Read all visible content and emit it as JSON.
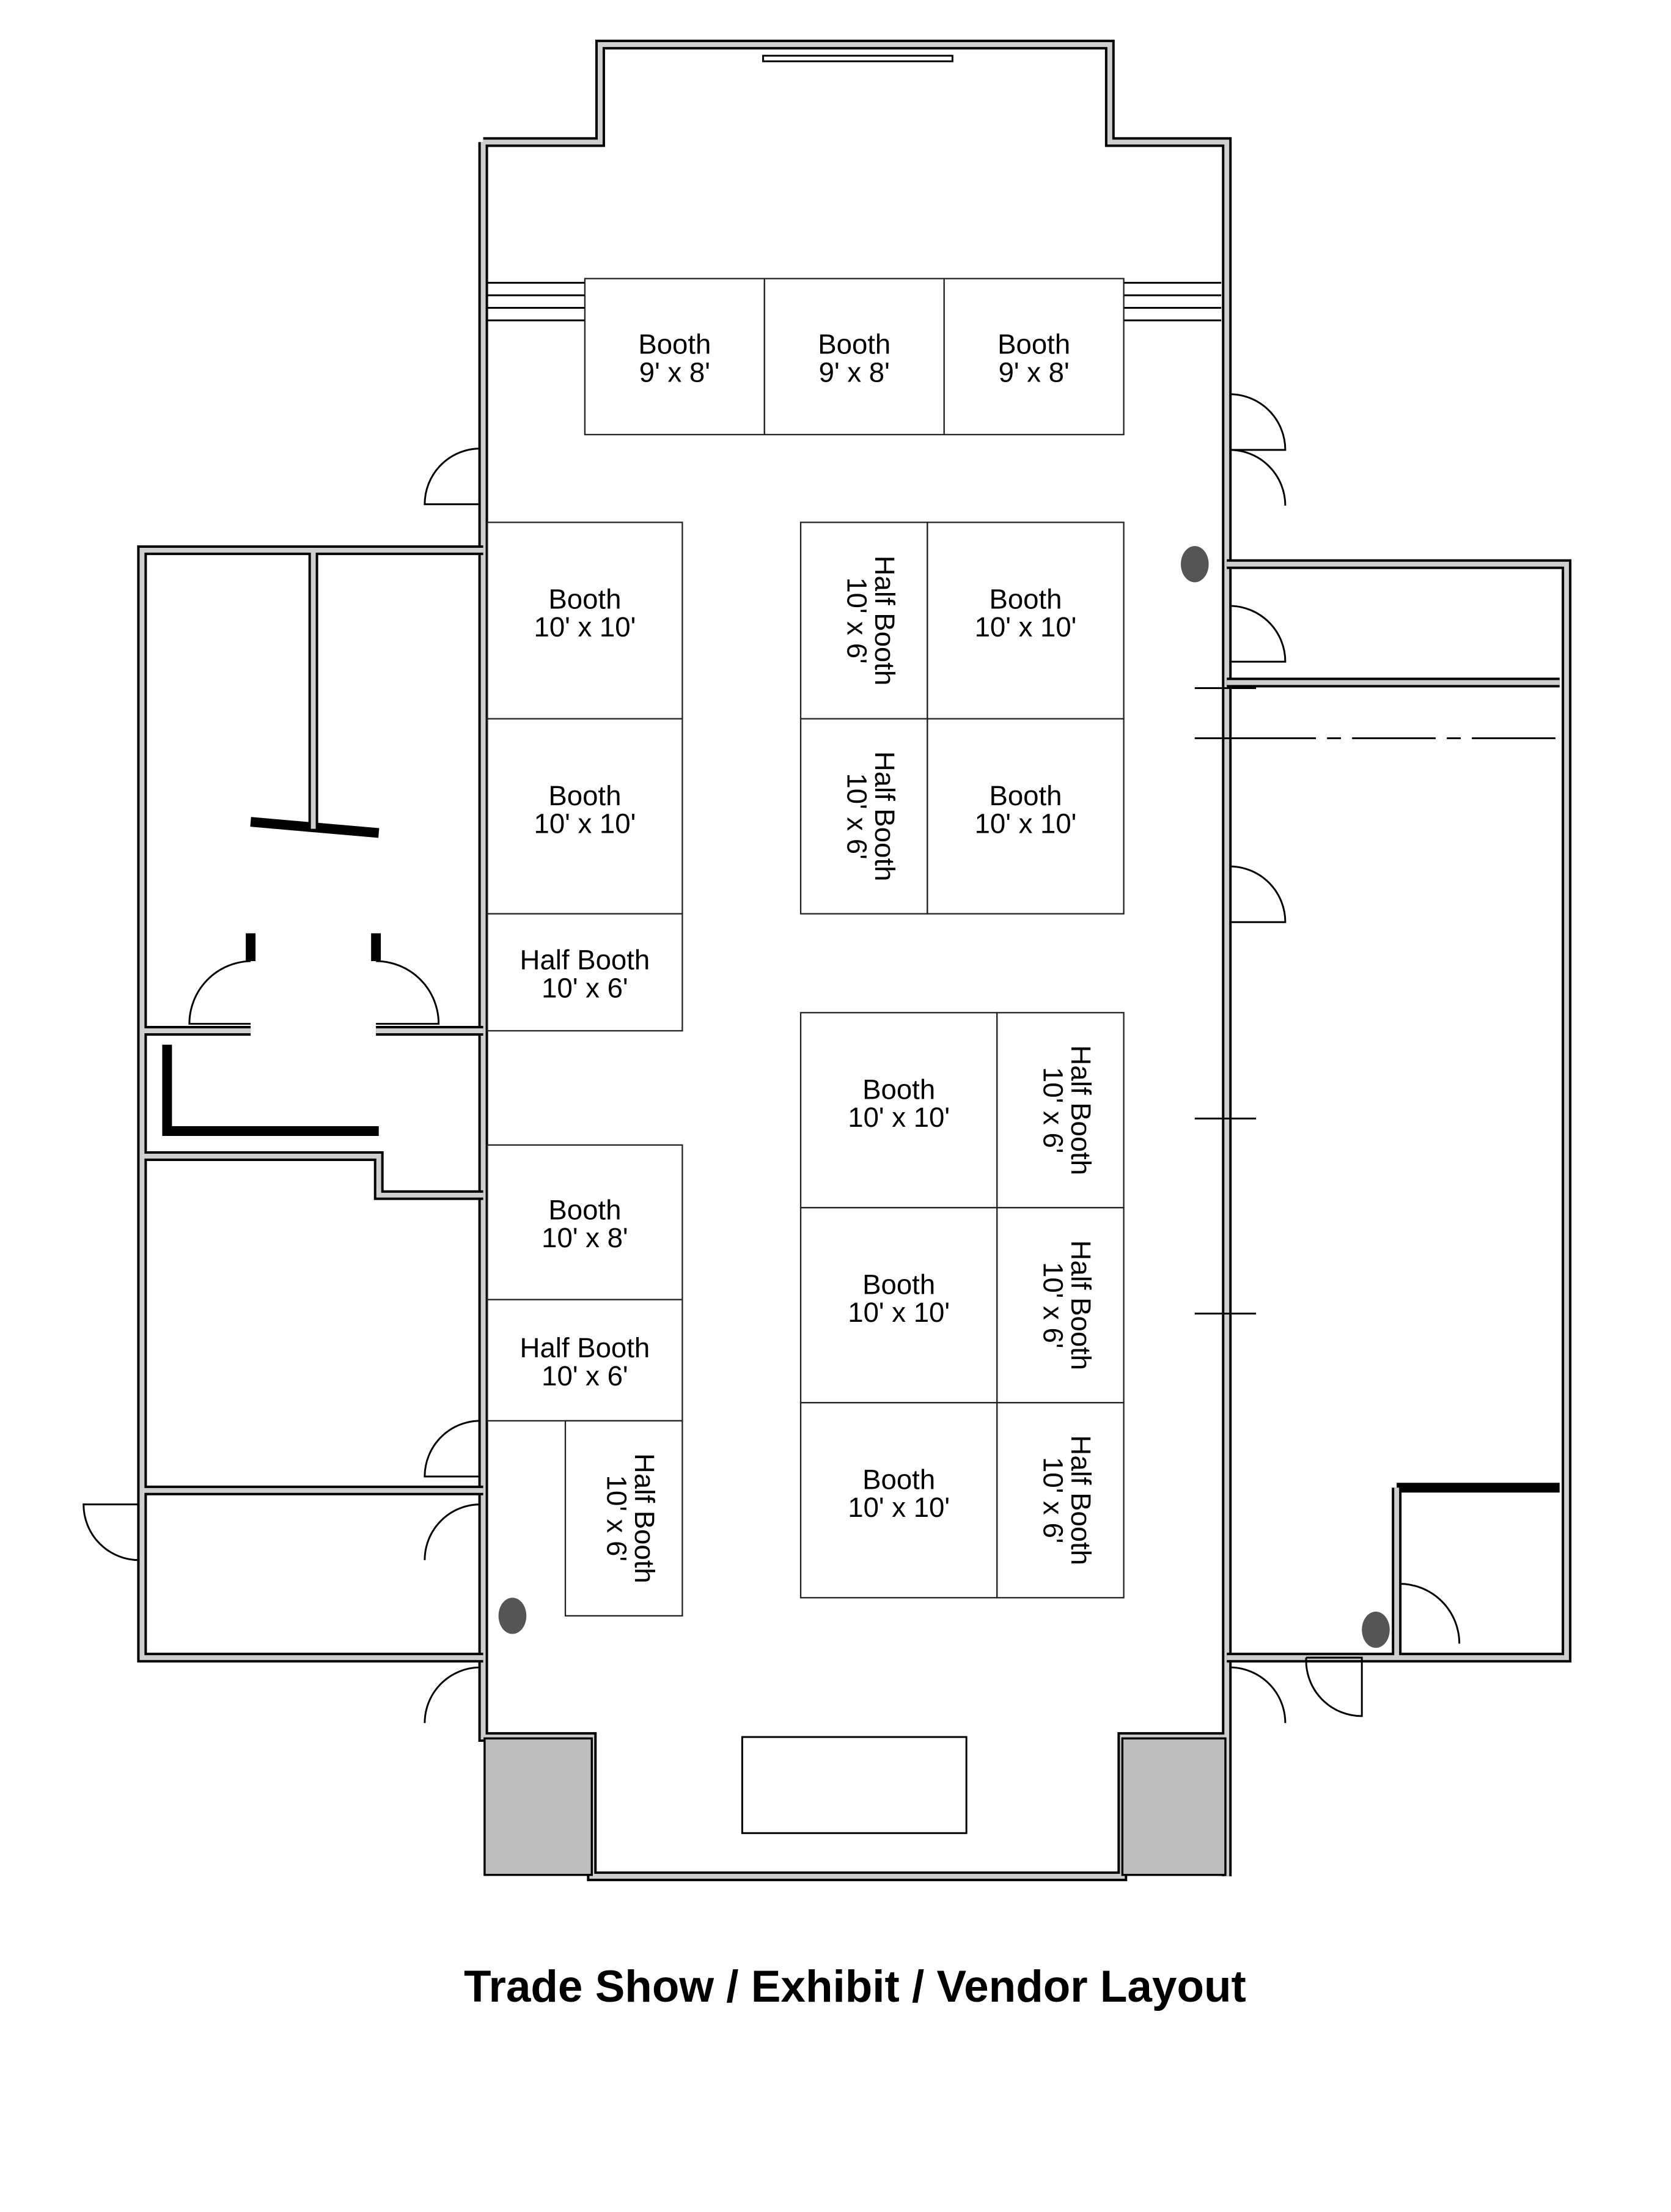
{
  "title": "Trade Show / Exhibit / Vendor Layout",
  "booths": [
    {
      "label": "Booth",
      "size": "9' x 8'"
    },
    {
      "label": "Booth",
      "size": "9' x 8'"
    },
    {
      "label": "Booth",
      "size": "9' x 8'"
    },
    {
      "label": "Booth",
      "size": "10' x 10'"
    },
    {
      "label": "Booth",
      "size": "10' x 10'"
    },
    {
      "label": "Half Booth",
      "size": "10' x 6'"
    },
    {
      "label": "Half Booth",
      "size": "10' x 6'"
    },
    {
      "label": "Booth",
      "size": "10' x 10'"
    },
    {
      "label": "Half Booth",
      "size": "10' x 6'"
    },
    {
      "label": "Booth",
      "size": "10' x 10'"
    },
    {
      "label": "Booth",
      "size": "10' x 10'"
    },
    {
      "label": "Half Booth",
      "size": "10' x 6'"
    },
    {
      "label": "Booth",
      "size": "10' x 10'"
    },
    {
      "label": "Half Booth",
      "size": "10' x 6'"
    },
    {
      "label": "Booth",
      "size": "10' x 10'"
    },
    {
      "label": "Half Booth",
      "size": "10' x 6'"
    },
    {
      "label": "Booth",
      "size": "10' x 8'"
    },
    {
      "label": "Half Booth",
      "size": "10' x 6'"
    },
    {
      "label": "Half Booth",
      "size": "10' x 6'"
    }
  ]
}
